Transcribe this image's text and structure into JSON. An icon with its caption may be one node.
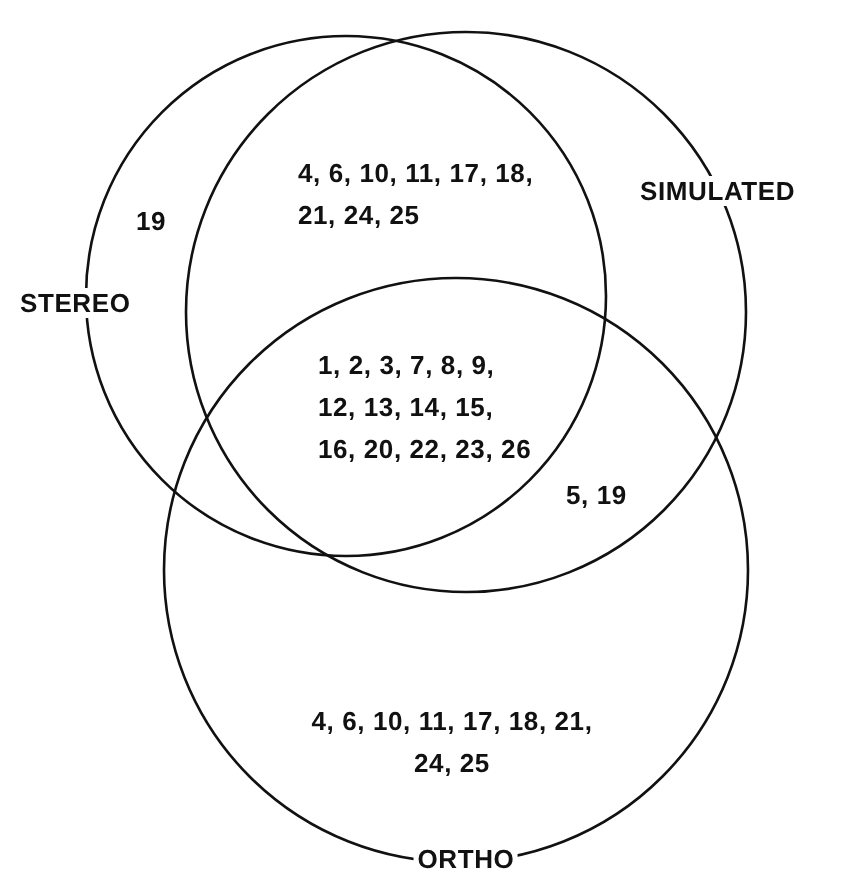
{
  "diagram": {
    "nodes": [
      {
        "text": [
          "STEREO"
        ]
      },
      {
        "text": [
          "SIMULATED"
        ]
      },
      {
        "text": [
          "ORTHO"
        ]
      }
    ],
    "labels": [
      "19",
      "4, 6, 10, 11, 17, 18, 21, 24, 25",
      "1, 2, 3, 7, 8, 9, 12, 13, 14, 15, 16, 20, 22, 23, 26",
      "5, 19",
      "4, 6, 10, 11, 17, 18, 21, 24, 25"
    ]
  }
}
